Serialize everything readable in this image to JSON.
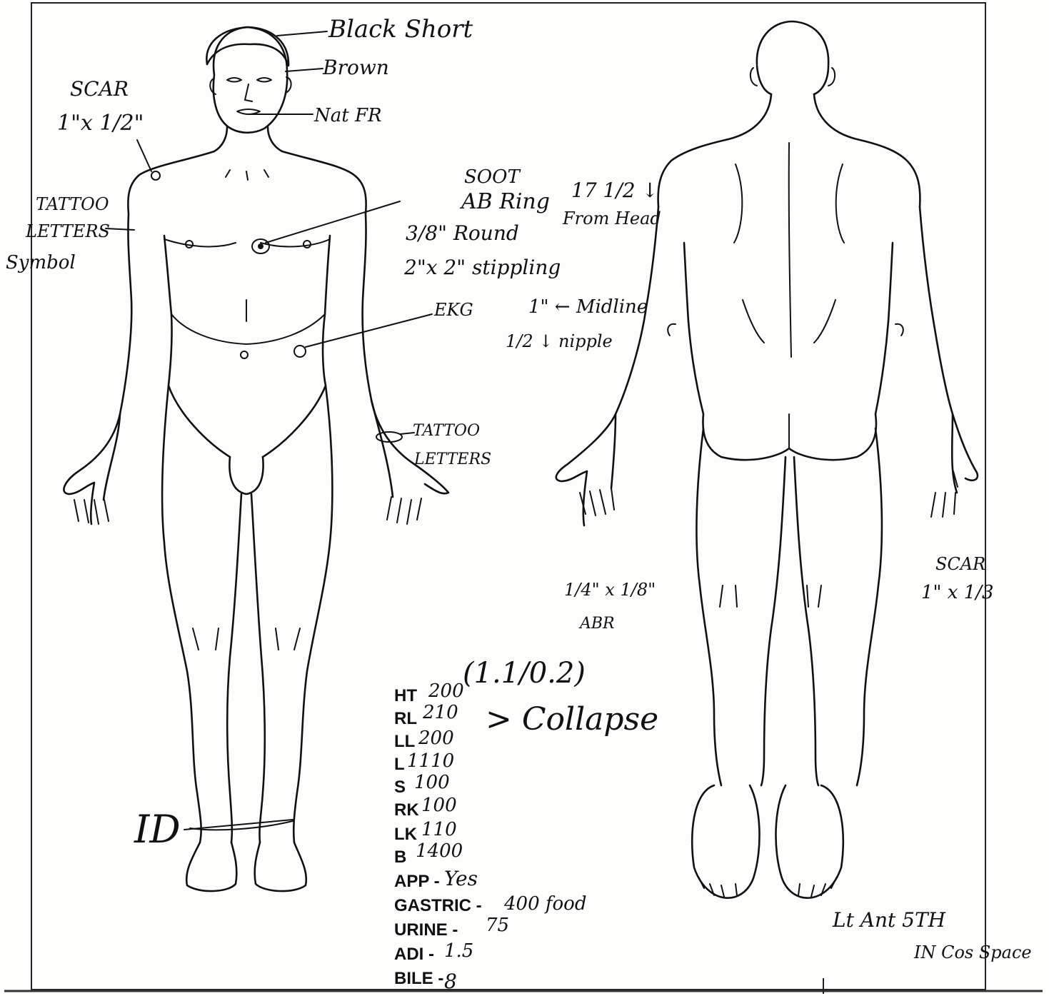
{
  "annotations": {
    "hair": "Black Short",
    "eyes": "Brown",
    "teeth": "Nat FR",
    "scar_shoulder_title": "SCAR",
    "scar_shoulder_size": "1\"x 1/2\"",
    "tattoo_right_arm_1": "TATTOO",
    "tattoo_right_arm_2": "LETTERS",
    "tattoo_right_arm_3": "Symbol",
    "soot": "SOOT",
    "ab_ring": "AB Ring",
    "round": "3/8\" Round",
    "stippling": "2\"x 2\" stippling",
    "from_head_1": "17 1/2 ↓",
    "from_head_2": "From Head",
    "ekg": "EKG",
    "midline": "1\" ← Midline",
    "nipple": "1/2 ↓ nipple",
    "tattoo_wrist_1": "TATTOO",
    "tattoo_wrist_2": "LETTERS",
    "abrasion_1": "1/4\" x 1/8\"",
    "abrasion_2": "ABR",
    "scar_hand_1": "SCAR",
    "scar_hand_2": "1\" x 1/3",
    "lung_weights": "(1.1/0.2)",
    "collapse": "> Collapse",
    "id_tag": "ID",
    "note_1": "Lt Ant 5TH",
    "note_2": "IN Cos Space"
  },
  "organ_weights": [
    {
      "label": "HT",
      "value": "200"
    },
    {
      "label": "RL",
      "value": "210"
    },
    {
      "label": "LL",
      "value": "200"
    },
    {
      "label": "L",
      "value": "1110"
    },
    {
      "label": "S",
      "value": "100"
    },
    {
      "label": "RK",
      "value": "100"
    },
    {
      "label": "LK",
      "value": "110"
    },
    {
      "label": "B",
      "value": "1400"
    },
    {
      "label": "APP -",
      "value": "Yes"
    },
    {
      "label": "GASTRIC -",
      "value": "400 food"
    },
    {
      "label": "URINE -",
      "value": "75"
    },
    {
      "label": "ADI -",
      "value": "1.5"
    },
    {
      "label": "BILE -",
      "value": "8"
    }
  ]
}
